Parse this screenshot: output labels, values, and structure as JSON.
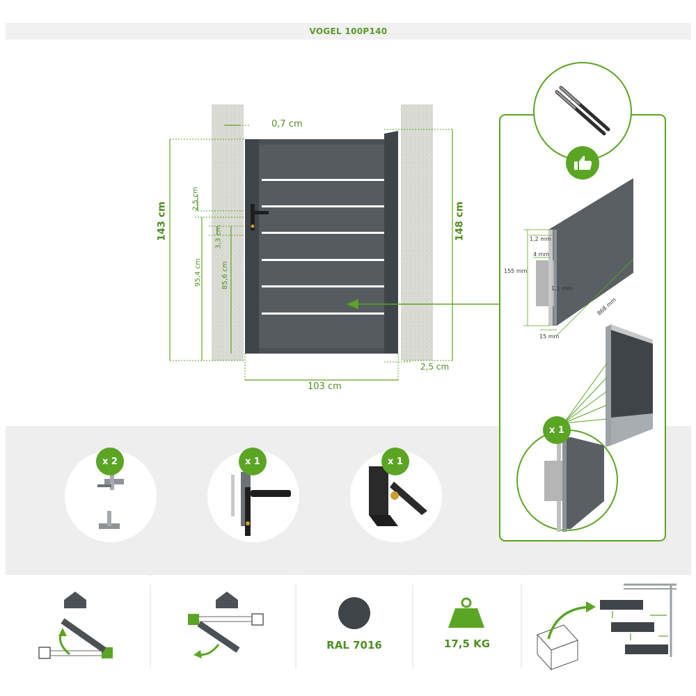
{
  "title": "VOGEL 100P140",
  "dimensions": {
    "post_gap": "0,7 cm",
    "height_left": "143 cm",
    "height_right": "148 cm",
    "d_25": "2,5 cm",
    "d_33": "3,3 cm",
    "d_954": "95,4 cm",
    "d_856": "85,6 cm",
    "width": "103 cm",
    "bottom_gap": "2,5 cm"
  },
  "profile": {
    "d_12": "1,2 mm",
    "d_4": "4 mm",
    "d_155": "155 mm",
    "d_11": "1,1 mm",
    "d_15": "15 mm",
    "d_868": "868 mm"
  },
  "accessories": [
    {
      "qty": "x 2",
      "icon": "hinge-icon"
    },
    {
      "qty": "x 1",
      "icon": "lock-handle-icon"
    },
    {
      "qty": "x 1",
      "icon": "gate-stop-icon"
    }
  ],
  "panel_qty": "x 1",
  "footer": {
    "color_label": "RAL 7016",
    "weight_label": "17,5 KG"
  },
  "colors": {
    "accent": "#5aa523",
    "gate": "#4c5156",
    "anthracite": "#3f4449"
  }
}
